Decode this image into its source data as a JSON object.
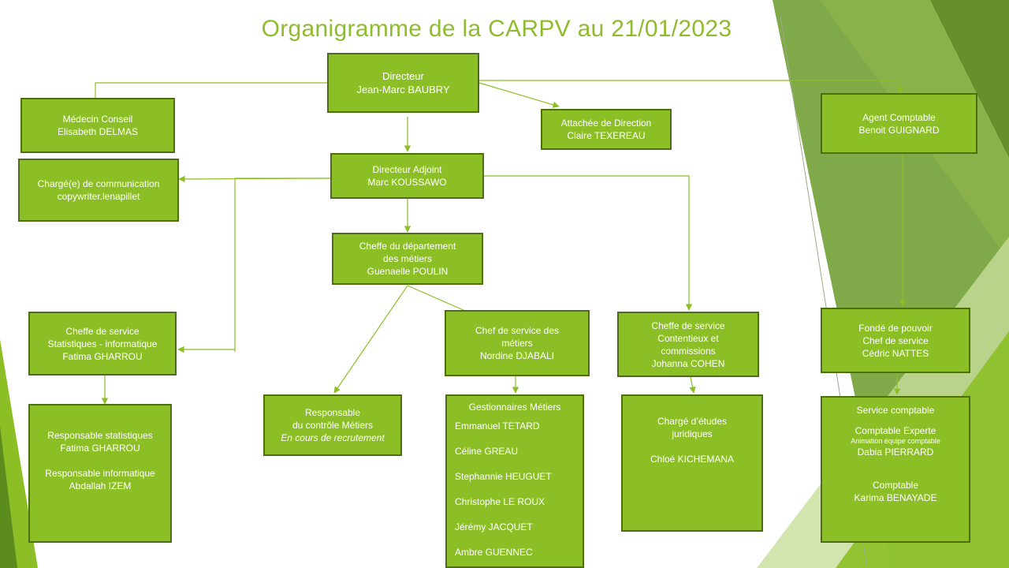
{
  "title": "Organigramme de la CARPV au 21/01/2023",
  "colors": {
    "box_fill": "#8cbf26",
    "box_border": "#4d6f10",
    "title": "#8fbc2e",
    "connector": "#8cbf26"
  },
  "nodes": {
    "directeur": {
      "role": "Directeur",
      "name": "Jean-Marc BAUBRY"
    },
    "medecin": {
      "role": "Médecin Conseil",
      "name": "Elisabeth DELMAS"
    },
    "attachee": {
      "role": "Attachée de Direction",
      "name": "Claire TEXEREAU"
    },
    "agent": {
      "role": "Agent Comptable",
      "name": "Benoit GUIGNARD"
    },
    "adjoint": {
      "role": "Directeur Adjoint",
      "name": "Marc KOUSSAWO"
    },
    "communication": {
      "role": "Chargé(e) de communication",
      "name": "copywriter.lenapillet"
    },
    "cheffe_dept": {
      "role_line1": "Cheffe du département",
      "role_line2": "des métiers",
      "name": "Guenaelle POULIN"
    },
    "stats": {
      "role_line1": "Cheffe de service",
      "role_line2": "Statistiques - informatique",
      "name": "Fatima GHARROU"
    },
    "responsables": {
      "role1": "Responsable statistiques",
      "name1": "Fatima GHARROU",
      "role2": "Responsable informatique",
      "name2": "Abdallah IZEM"
    },
    "controle": {
      "role_line1": "Responsable",
      "role_line2": "du contrôle Métiers",
      "status": "En cours de recrutement"
    },
    "chef_metiers": {
      "role_line1": "Chef de service des",
      "role_line2": "métiers",
      "name": "Nordine DJABALI"
    },
    "gestionnaires": {
      "title": "Gestionnaires Métiers",
      "members": [
        "Emmanuel TETARD",
        "Céline GREAU",
        "Stephannie HEUGUET",
        "Christophe LE ROUX",
        "Jérémy JACQUET",
        "Ambre GUENNEC"
      ]
    },
    "contentieux": {
      "role_line1": "Cheffe de service",
      "role_line2": "Contentieux et",
      "role_line3": "commissions",
      "name": "Johanna COHEN"
    },
    "juridique": {
      "role_line1": "Chargé d’études",
      "role_line2": "juridiques",
      "name": "Chloé KICHEMANA"
    },
    "fonde": {
      "role_line1": "Fondé de pouvoir",
      "role_line2": "Chef de service",
      "name": "Cédric NATTES"
    },
    "service_comptable": {
      "title": "Service comptable",
      "role1": "Comptable Experte",
      "subtitle1": "Animation équipe comptable",
      "name1": "Dabia PIERRARD",
      "role2": "Comptable",
      "name2": "Karima BENAYADE"
    }
  }
}
